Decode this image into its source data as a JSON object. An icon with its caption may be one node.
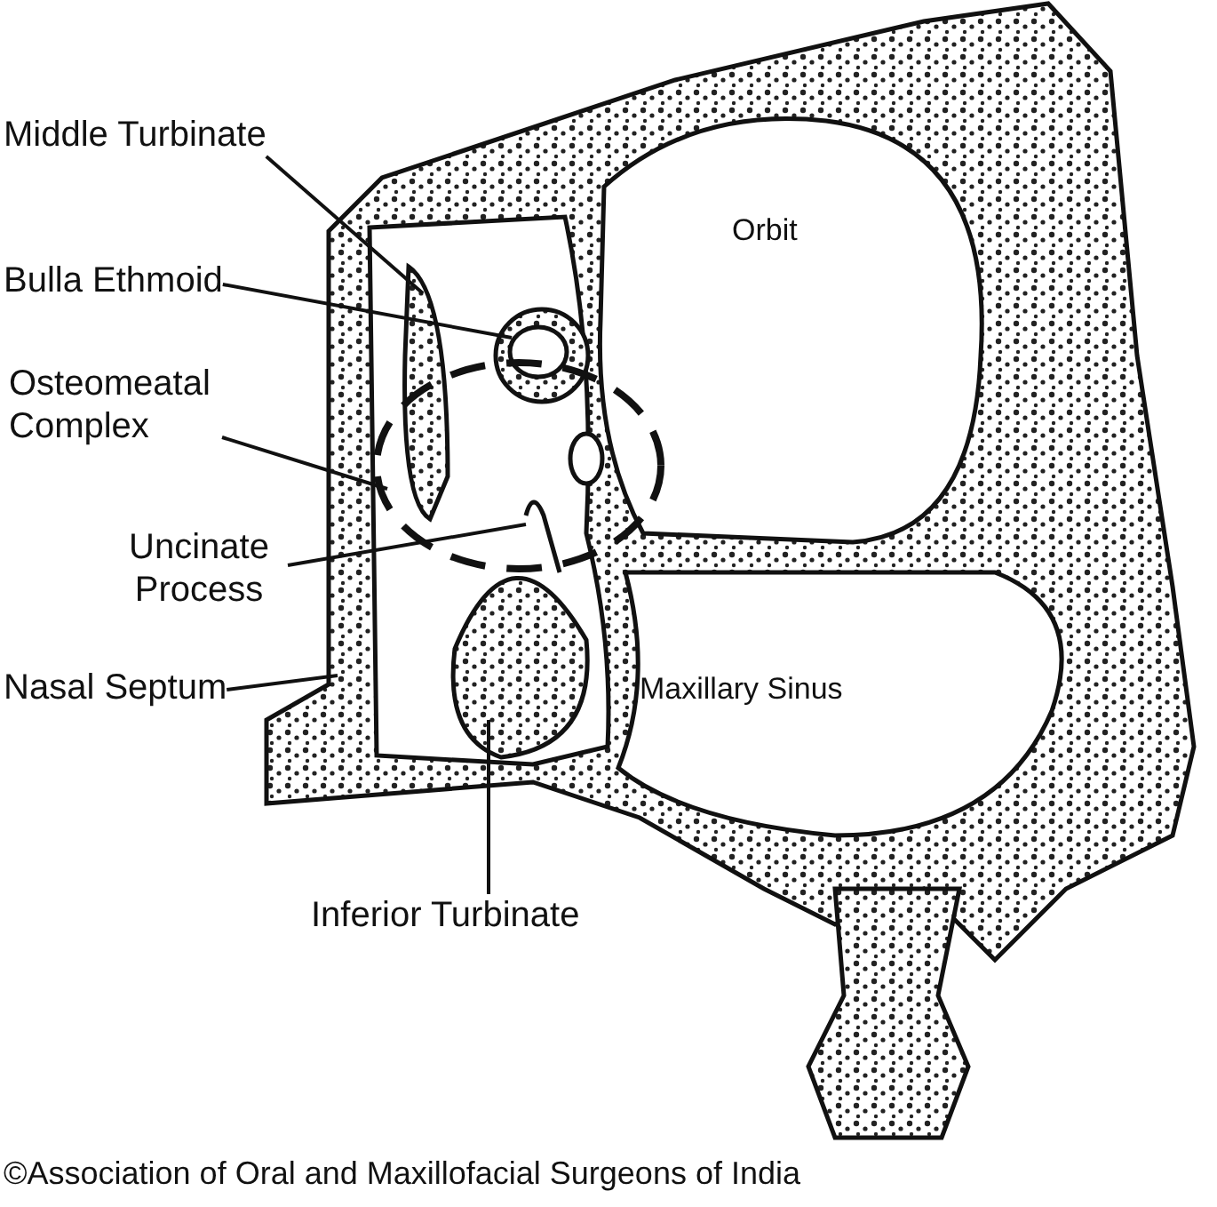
{
  "diagram": {
    "nodes": [
      {
        "text": [
          "Middle Turbinate"
        ]
      },
      {
        "text": [
          "Bulla Ethmoid"
        ]
      },
      {
        "text": [
          "Osteomeatal Complex"
        ]
      },
      {
        "text": [
          "Uncinate Process"
        ]
      },
      {
        "text": [
          "Nasal Septum"
        ]
      },
      {
        "text": [
          "Inferior Turbinate"
        ]
      }
    ],
    "edges": [
      {
        "from": 0,
        "to": null,
        "arrow": "none"
      },
      {
        "from": 1,
        "to": null,
        "arrow": "none"
      },
      {
        "from": 2,
        "to": null,
        "arrow": "none"
      },
      {
        "from": 3,
        "to": null,
        "arrow": "none"
      },
      {
        "from": 4,
        "to": null,
        "arrow": "none"
      },
      {
        "from": 5,
        "to": null,
        "arrow": "none"
      }
    ],
    "labels": [
      "Orbit",
      "Maxillary Sinus",
      "©Association of Oral and Maxillofacial Surgeons of India"
    ]
  }
}
